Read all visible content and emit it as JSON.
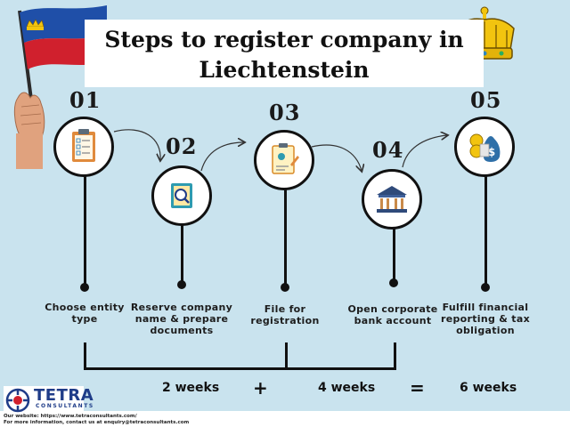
{
  "title": "Steps to register company in\nLiechtenstein",
  "steps": [
    {
      "number": "01",
      "label": "Choose entity\ntype"
    },
    {
      "number": "02",
      "label": "Reserve company\nname & prepare\ndocuments"
    },
    {
      "number": "03",
      "label": "File for\nregistration"
    },
    {
      "number": "04",
      "label": "Open corporate\nbank account"
    },
    {
      "number": "05",
      "label": "Fulfill financial\nreporting & tax\nobligation"
    }
  ],
  "timeline": {
    "first_duration": "2 weeks",
    "plus": "+",
    "second_duration": "4 weeks",
    "equals": "=",
    "total": "6 weeks"
  },
  "logo": {
    "name": "TETRA",
    "subtitle": "CONSULTANTS"
  },
  "footer": {
    "website": "Our website: https://www.tetraconsultants.com/",
    "contact": "For more information, contact us at enquiry@tetraconsultants.com"
  },
  "colors": {
    "background": "#c9e3ee",
    "flag_blue": "#1f4fa8",
    "flag_red": "#d0202d",
    "crown_gold": "#f2c40f",
    "brand_blue": "#1f3c88"
  }
}
